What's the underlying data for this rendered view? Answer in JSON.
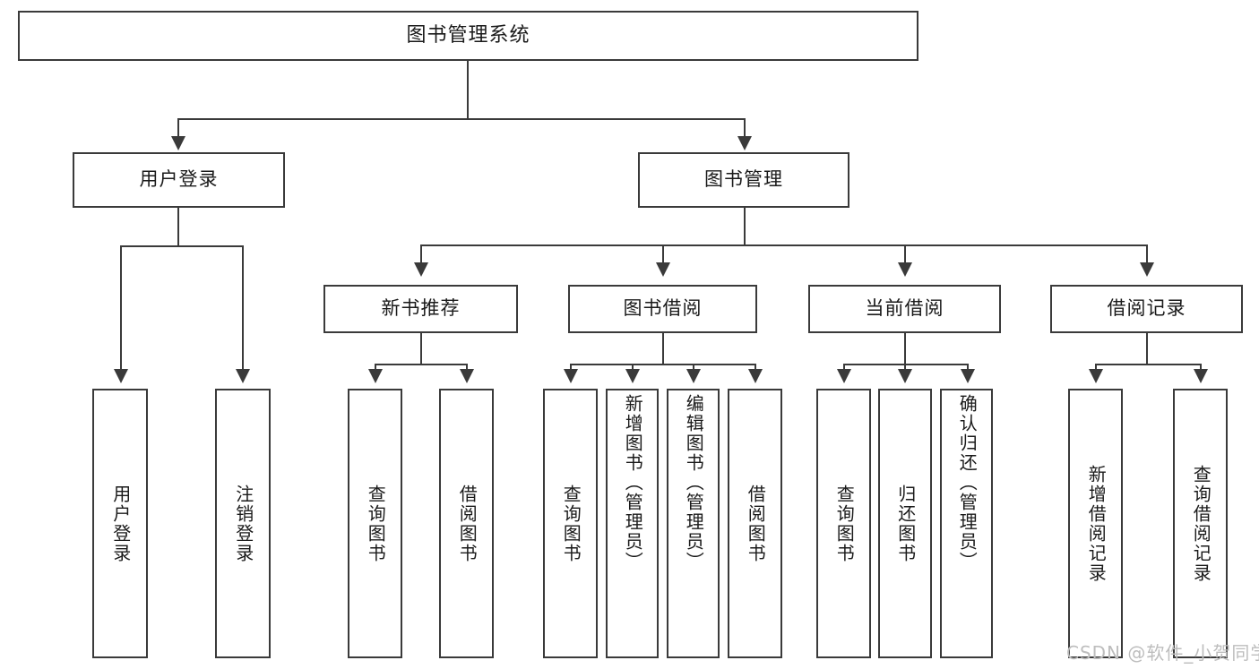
{
  "diagram": {
    "type": "tree-hierarchy",
    "title": "图书管理系统",
    "orientation": "top-down",
    "line_color": "#3a3a3a",
    "box_fill": "#ffffff",
    "text_color": "#1a1a1a",
    "root": {
      "label": "图书管理系统",
      "children": [
        {
          "label": "用户登录",
          "children": [
            {
              "label": "用户登录"
            },
            {
              "label": "注销登录"
            }
          ]
        },
        {
          "label": "图书管理",
          "children": [
            {
              "label": "新书推荐",
              "children": [
                {
                  "label": "查询图书"
                },
                {
                  "label": "借阅图书"
                }
              ]
            },
            {
              "label": "图书借阅",
              "children": [
                {
                  "label": "查询图书"
                },
                {
                  "label": "新增图书（管理员）"
                },
                {
                  "label": "编辑图书（管理员）"
                },
                {
                  "label": "借阅图书"
                }
              ]
            },
            {
              "label": "当前借阅",
              "children": [
                {
                  "label": "查询图书"
                },
                {
                  "label": "归还图书"
                },
                {
                  "label": "确认归还（管理员）"
                }
              ]
            },
            {
              "label": "借阅记录",
              "children": [
                {
                  "label": "新增借阅记录"
                },
                {
                  "label": "查询借阅记录"
                }
              ]
            }
          ]
        }
      ]
    }
  },
  "nodes": {
    "root": "图书管理系统",
    "l1_user_login": "用户登录",
    "l1_book_manage": "图书管理",
    "l2_new_book_rec": "新书推荐",
    "l2_book_borrow": "图书借阅",
    "l2_current_borrow": "当前借阅",
    "l2_borrow_record": "借阅记录",
    "leaf_user_login": "用户登录",
    "leaf_logout": "注销登录",
    "leaf_query_book_a": "查询图书",
    "leaf_borrow_book_a": "借阅图书",
    "leaf_query_book_b": "查询图书",
    "leaf_add_book_admin": "新增图书（管理员）",
    "leaf_edit_book_admin": "编辑图书（管理员）",
    "leaf_borrow_book_b": "借阅图书",
    "leaf_query_book_c": "查询图书",
    "leaf_return_book": "归还图书",
    "leaf_confirm_return_admin": "确认归还（管理员）",
    "leaf_add_borrow_record": "新增借阅记录",
    "leaf_query_borrow_record": "查询借阅记录"
  },
  "watermark": {
    "text": "CSDN @软件_小贺同学",
    "color": "#bdbdbd"
  }
}
